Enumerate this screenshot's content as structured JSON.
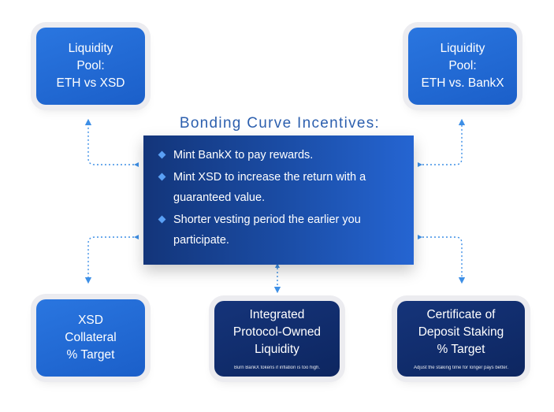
{
  "title": "Bonding Curve Incentives:",
  "bullets": [
    {
      "line1": "Mint BankX to pay rewards.",
      "line2": ""
    },
    {
      "line1": "Mint XSD to increase the return with a",
      "line2": "guaranteed value."
    },
    {
      "line1": "Shorter vesting period the earlier you",
      "line2": "participate."
    }
  ],
  "cards": {
    "top_left": {
      "lines": [
        "Liquidity",
        "Pool:",
        "ETH vs XSD"
      ]
    },
    "top_right": {
      "lines": [
        "Liquidity",
        "Pool:",
        "ETH vs. BankX"
      ]
    },
    "bottom_left": {
      "lines": [
        "XSD",
        "Collateral",
        "% Target"
      ]
    },
    "bottom_middle": {
      "lines": [
        "Integrated",
        "Protocol-Owned",
        "Liquidity"
      ],
      "note": "Burn BankX tokens if inflation is too high."
    },
    "bottom_right": {
      "lines": [
        "Certificate of",
        "Deposit Staking",
        "% Target"
      ],
      "note": "Adjust the staking time for longer pays better."
    }
  },
  "colors": {
    "light_card": "#1f68d6",
    "dark_card": "#102c6c",
    "title": "#2c5fae",
    "connector": "#3d8fe6",
    "bullet": "#5aa0f5"
  }
}
